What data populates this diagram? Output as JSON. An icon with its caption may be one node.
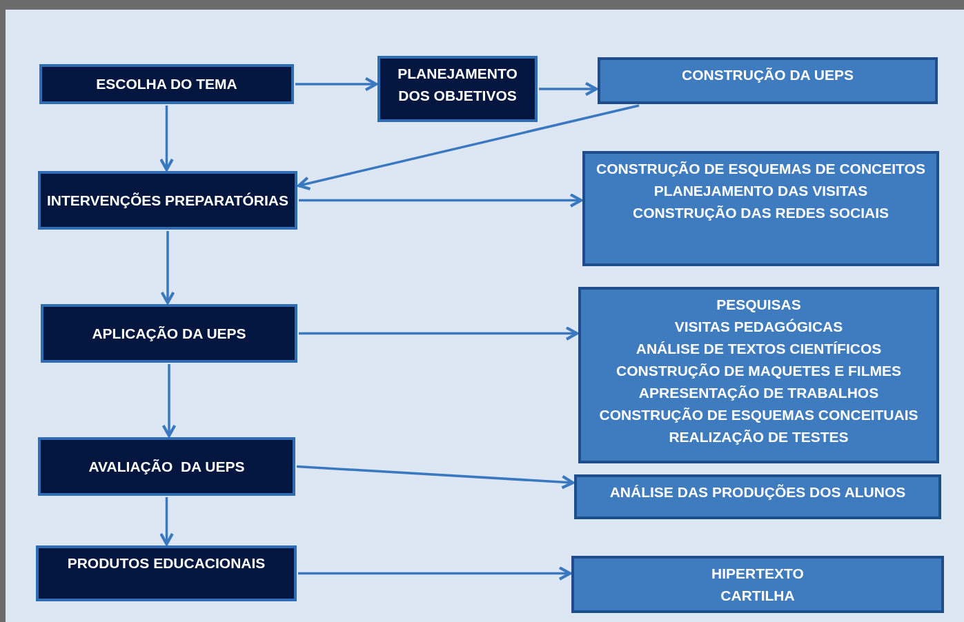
{
  "diagram": {
    "nodes": [
      {
        "text": [
          "ESCOLHA DO TEMA"
        ]
      },
      {
        "text": [
          "PLANEJAMENTO DOS OBJETIVOS"
        ]
      },
      {
        "text": [
          "CONSTRUÇÃO DA UEPS"
        ]
      },
      {
        "text": [
          "INTERVENÇÕES PREPARATÓRIAS"
        ]
      },
      {
        "text": [
          "CONSTRUÇÃO DE ESQUEMAS DE CONCEITOS",
          "PLANEJAMENTO DAS VISITAS",
          "CONSTRUÇÃO DAS REDES SOCIAIS"
        ]
      },
      {
        "text": [
          "APLICAÇÃO DA UEPS"
        ]
      },
      {
        "text": [
          "PESQUISAS",
          "VISITAS PEDAGÓGICAS",
          "ANÁLISE DE TEXTOS CIENTÍFICOS",
          "CONSTRUÇÃO DE MAQUETES E FILMES",
          "APRESENTAÇÃO DE TRABALHOS",
          "CONSTRUÇÃO DE ESQUEMAS CONCEITUAIS",
          "REALIZAÇÃO DE TESTES"
        ]
      },
      {
        "text": [
          "AVALIAÇÃO  DA UEPS"
        ]
      },
      {
        "text": [
          "ANÁLISE DAS PRODUÇÕES DOS ALUNOS"
        ]
      },
      {
        "text": [
          "PRODUTOS EDUCACIONAIS"
        ]
      },
      {
        "text": [
          "HIPERTEXTO",
          "CARTILHA"
        ]
      }
    ],
    "edges": [
      {
        "from": 0,
        "to": 1,
        "arrow": "to"
      },
      {
        "from": 1,
        "to": 2,
        "arrow": "to"
      },
      {
        "from": 0,
        "to": 3,
        "arrow": "to"
      },
      {
        "from": 2,
        "to": 3,
        "arrow": "to"
      },
      {
        "from": 3,
        "to": 4,
        "arrow": "to"
      },
      {
        "from": 3,
        "to": 5,
        "arrow": "to"
      },
      {
        "from": 5,
        "to": 6,
        "arrow": "to"
      },
      {
        "from": 5,
        "to": 7,
        "arrow": "to"
      },
      {
        "from": 7,
        "to": 8,
        "arrow": "to"
      },
      {
        "from": 7,
        "to": 9,
        "arrow": "to"
      },
      {
        "from": 9,
        "to": 10,
        "arrow": "to"
      }
    ]
  }
}
